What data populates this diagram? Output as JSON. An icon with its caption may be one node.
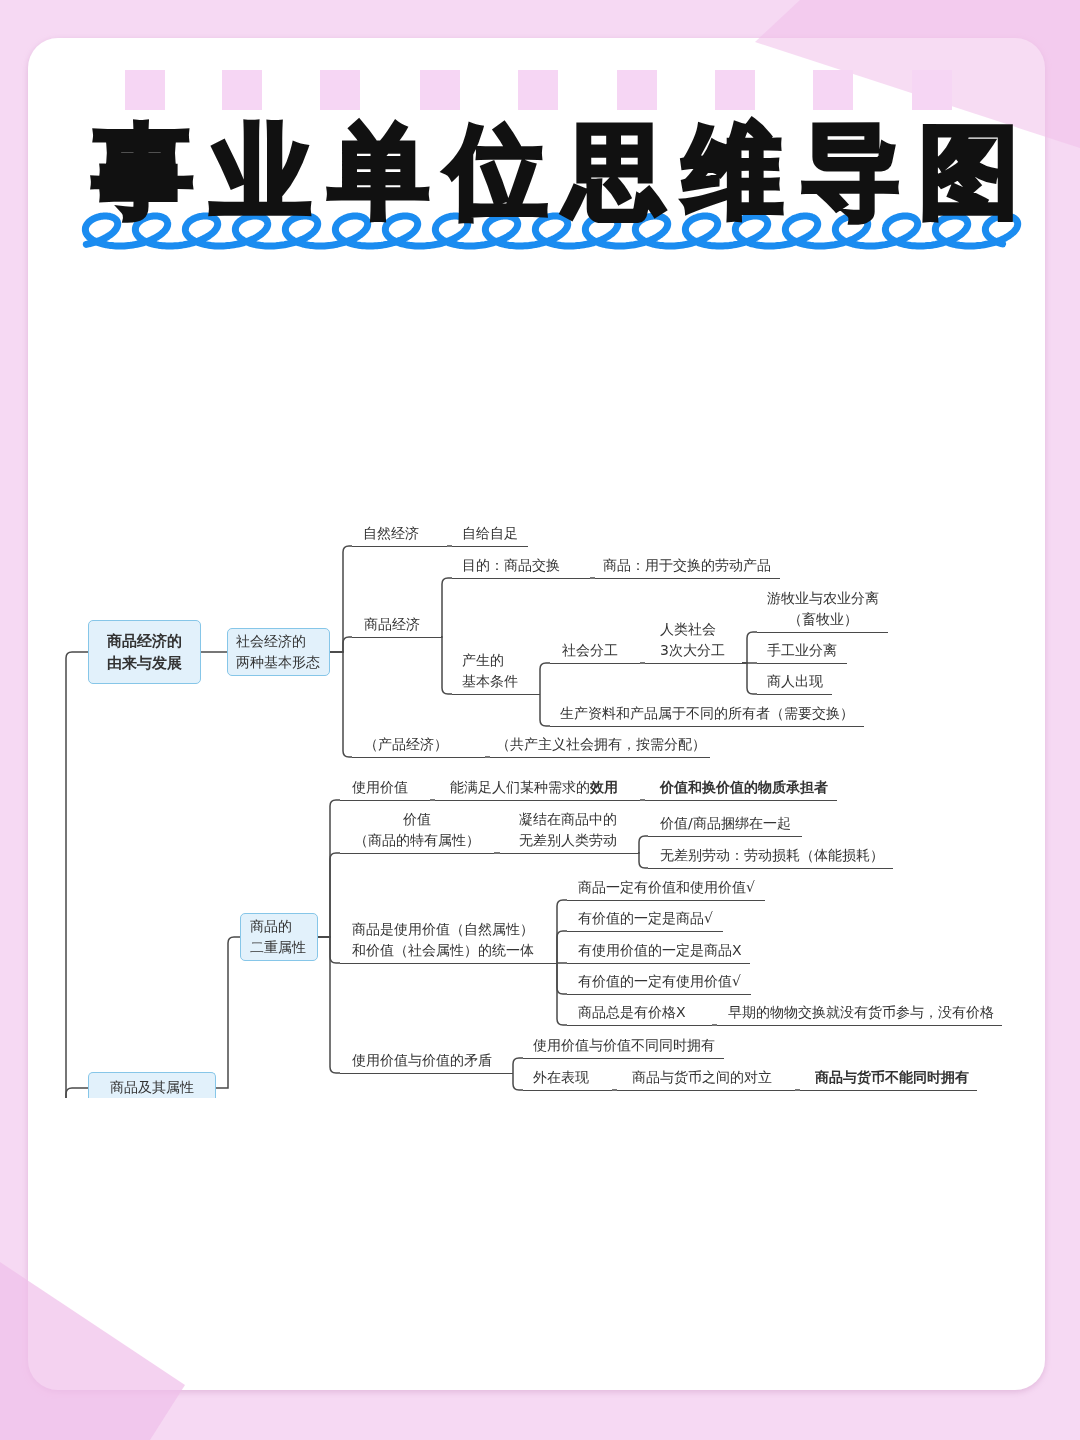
{
  "diagram": {
    "title": "事业单位思维导图",
    "nodes": [
      {
        "text": [
          "商品经济的由来与发展"
        ]
      },
      {
        "text": [
          "社会经济的两种基本形态"
        ]
      },
      {
        "text": [
          "自然经济"
        ]
      },
      {
        "text": [
          "自给自足"
        ]
      },
      {
        "text": [
          "商品经济"
        ]
      },
      {
        "text": [
          "目的：商品交换"
        ]
      },
      {
        "text": [
          "商品：用于交换的劳动产品"
        ]
      },
      {
        "text": [
          "产生的基本条件"
        ]
      },
      {
        "text": [
          "社会分工"
        ]
      },
      {
        "text": [
          "人类社会3次大分工"
        ]
      },
      {
        "text": [
          "游牧业与农业分离（畜牧业）"
        ]
      },
      {
        "text": [
          "手工业分离"
        ]
      },
      {
        "text": [
          "商人出现"
        ]
      },
      {
        "text": [
          "生产资料和产品属于不同的所有者（需要交换）"
        ]
      },
      {
        "text": [
          "（产品经济）"
        ]
      },
      {
        "text": [
          "（共产主义社会拥有，按需分配）"
        ]
      },
      {
        "text": [
          "商品及其属性"
        ]
      },
      {
        "text": [
          "商品的二重属性"
        ]
      },
      {
        "text": [
          "使用价值"
        ]
      },
      {
        "text": [
          "能满足人们某种需求的**效用**"
        ]
      },
      {
        "text": [
          "价值和换价值的物质承担者"
        ]
      },
      {
        "text": [
          "价值（商品的特有属性）"
        ]
      },
      {
        "text": [
          "凝结在商品中的无差别人类劳动"
        ]
      },
      {
        "text": [
          "价值/商品捆绑在一起"
        ]
      },
      {
        "text": [
          "无差别劳动：劳动损耗（体能损耗）"
        ]
      },
      {
        "text": [
          "商品是使用价值（自然属性）和价值（社会属性）的统一体"
        ]
      },
      {
        "text": [
          "商品一定有价值和使用价值√"
        ]
      },
      {
        "text": [
          "有价值的一定是商品√"
        ]
      },
      {
        "text": [
          "有使用价值的一定是商品X"
        ]
      },
      {
        "text": [
          "有价值的一定有使用价值√"
        ]
      },
      {
        "text": [
          "商品总是有价格X"
        ]
      },
      {
        "text": [
          "早期的物物交换就没有货币参与，没有价格"
        ]
      },
      {
        "text": [
          "使用价值与价值的矛盾"
        ]
      },
      {
        "text": [
          "使用价值与价值不同同时拥有"
        ]
      },
      {
        "text": [
          "外在表现"
        ]
      },
      {
        "text": [
          "商品与货币之间的对立"
        ]
      },
      {
        "text": [
          "商品与货币不能同时拥有"
        ]
      }
    ],
    "edges": [
      {
        "from": null,
        "to": 0,
        "arrow": "none"
      },
      {
        "from": null,
        "to": 16,
        "arrow": "none"
      },
      {
        "from": 0,
        "to": 1,
        "arrow": "none"
      },
      {
        "from": 1,
        "to": 2,
        "arrow": "none"
      },
      {
        "from": 1,
        "to": 4,
        "arrow": "none"
      },
      {
        "from": 1,
        "to": 14,
        "arrow": "none"
      },
      {
        "from": 2,
        "to": 3,
        "arrow": "none"
      },
      {
        "from": 4,
        "to": 5,
        "arrow": "none"
      },
      {
        "from": 4,
        "to": 7,
        "arrow": "none"
      },
      {
        "from": 5,
        "to": 6,
        "arrow": "none"
      },
      {
        "from": 7,
        "to": 8,
        "arrow": "none"
      },
      {
        "from": 7,
        "to": 13,
        "arrow": "none"
      },
      {
        "from": 8,
        "to": 9,
        "arrow": "none"
      },
      {
        "from": 9,
        "to": 10,
        "arrow": "none"
      },
      {
        "from": 9,
        "to": 11,
        "arrow": "none"
      },
      {
        "from": 9,
        "to": 12,
        "arrow": "none"
      },
      {
        "from": 14,
        "to": 15,
        "arrow": "none"
      },
      {
        "from": 16,
        "to": 17,
        "arrow": "none"
      },
      {
        "from": 17,
        "to": 18,
        "arrow": "none"
      },
      {
        "from": 17,
        "to": 21,
        "arrow": "none"
      },
      {
        "from": 17,
        "to": 25,
        "arrow": "none"
      },
      {
        "from": 17,
        "to": 32,
        "arrow": "none"
      },
      {
        "from": 18,
        "to": 19,
        "arrow": "none"
      },
      {
        "from": 19,
        "to": 20,
        "arrow": "none"
      },
      {
        "from": 21,
        "to": 22,
        "arrow": "none"
      },
      {
        "from": 22,
        "to": 23,
        "arrow": "none"
      },
      {
        "from": 22,
        "to": 24,
        "arrow": "none"
      },
      {
        "from": 25,
        "to": 26,
        "arrow": "none"
      },
      {
        "from": 25,
        "to": 27,
        "arrow": "none"
      },
      {
        "from": 25,
        "to": 28,
        "arrow": "none"
      },
      {
        "from": 25,
        "to": 29,
        "arrow": "none"
      },
      {
        "from": 25,
        "to": 30,
        "arrow": "none"
      },
      {
        "from": 30,
        "to": 31,
        "arrow": "none"
      },
      {
        "from": 32,
        "to": 33,
        "arrow": "none"
      },
      {
        "from": 32,
        "to": 34,
        "arrow": "none"
      },
      {
        "from": 34,
        "to": 35,
        "arrow": "none"
      },
      {
        "from": 35,
        "to": 36,
        "arrow": "none"
      }
    ]
  }
}
